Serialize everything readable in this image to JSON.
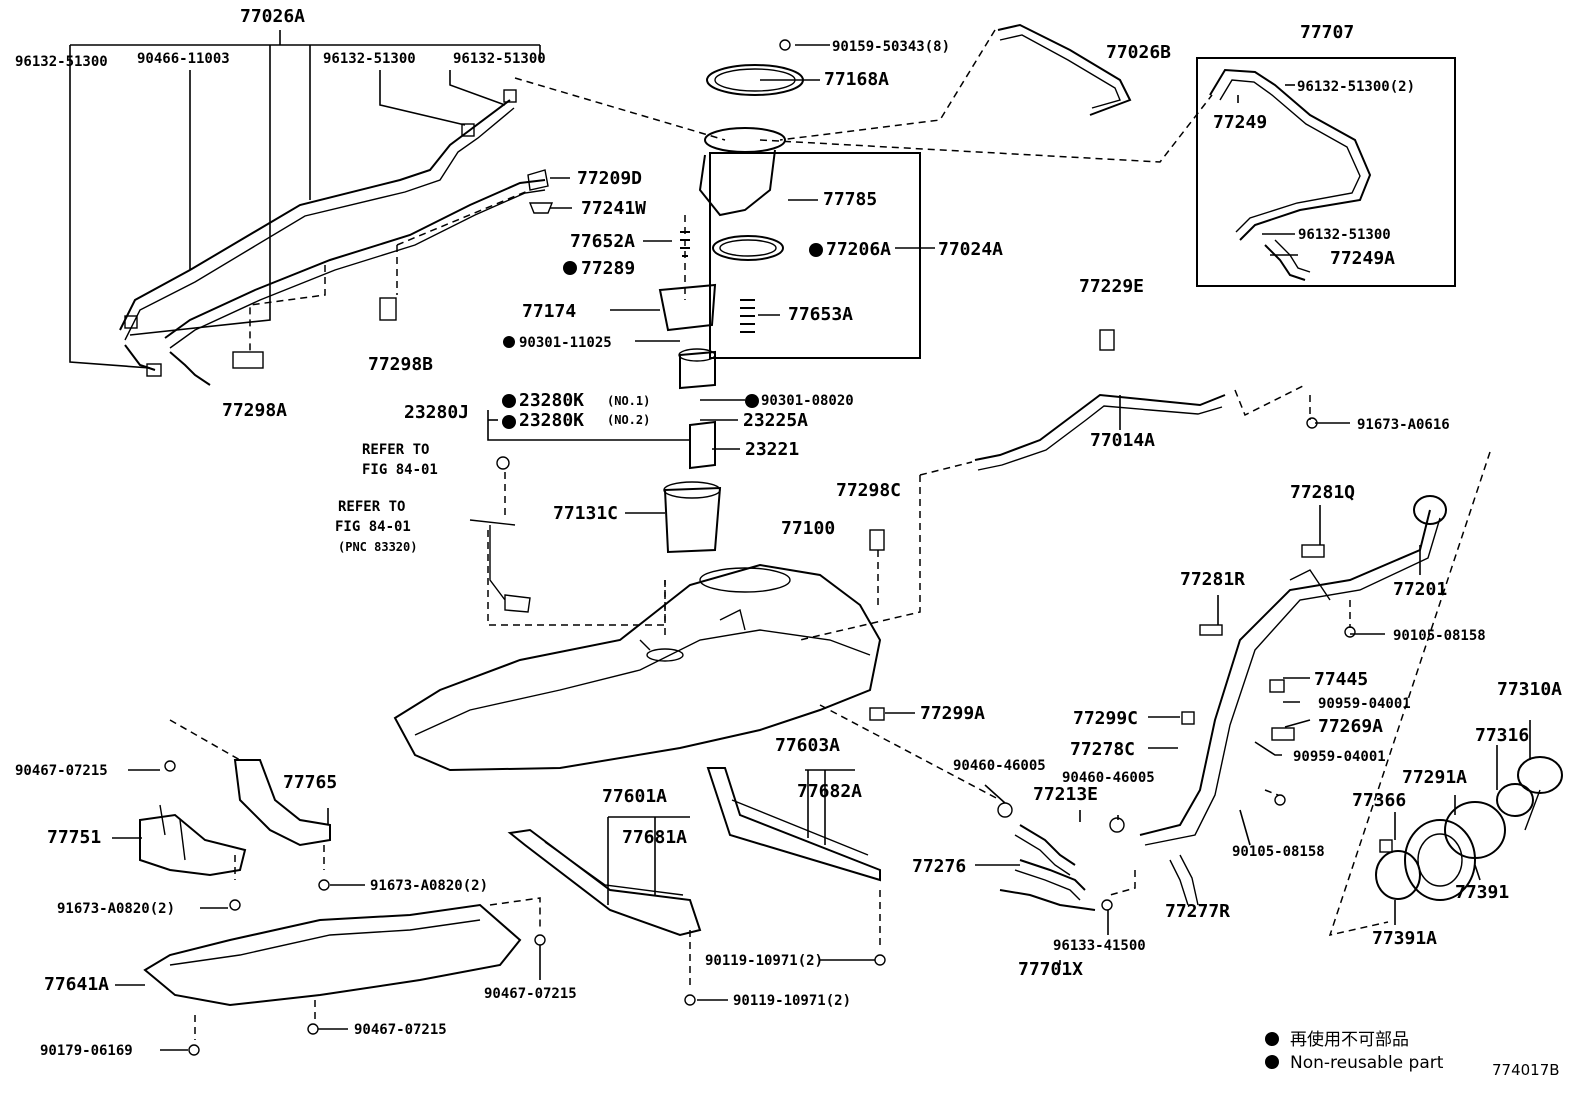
{
  "labels": {
    "l_77026A": "77026A",
    "l_96132_a": "96132-51300",
    "l_90466": "90466-11003",
    "l_96132_b": "96132-51300",
    "l_96132_c": "96132-51300",
    "l_90159": "90159-50343(8)",
    "l_77026B": "77026B",
    "l_77168A": "77168A",
    "l_77707": "77707",
    "l_96132_d": "96132-51300(2)",
    "l_77249": "77249",
    "l_96132_e": "96132-51300",
    "l_77249A": "77249A",
    "l_77209D": "77209D",
    "l_77241W": "77241W",
    "l_77785": "77785",
    "l_77652A": "77652A",
    "l_77289": "77289",
    "l_77206A": "77206A",
    "l_77024A": "77024A",
    "l_77174": "77174",
    "l_77653A": "77653A",
    "l_90301_a": "90301-11025",
    "l_77298B": "77298B",
    "l_77298A": "77298A",
    "l_77229E": "77229E",
    "l_23280K1": "23280K",
    "l_no1": "(NO.1)",
    "l_23280J": "23280J",
    "l_23280K2": "23280K",
    "l_no2": "(NO.2)",
    "l_90301_b": "90301-08020",
    "l_23225A": "23225A",
    "l_23221": "23221",
    "l_refer1a": "REFER TO",
    "l_refer1b": "FIG 84-01",
    "l_refer2a": "REFER TO",
    "l_refer2b": "FIG 84-01",
    "l_pnc": "(PNC 83320)",
    "l_77131C": "77131C",
    "l_77100": "77100",
    "l_77298C": "77298C",
    "l_77014A": "77014A",
    "l_91673_a": "91673-A0616",
    "l_77281Q": "77281Q",
    "l_77281R": "77281R",
    "l_77201": "77201",
    "l_90105_a": "90105-08158",
    "l_77445": "77445",
    "l_90959_a": "90959-04001",
    "l_77310A": "77310A",
    "l_77299C": "77299C",
    "l_77269A": "77269A",
    "l_77316": "77316",
    "l_77278C": "77278C",
    "l_90959_b": "90959-04001",
    "l_77299A": "77299A",
    "l_90460_a": "90460-46005",
    "l_90460_b": "90460-46005",
    "l_77213E": "77213E",
    "l_77291A": "77291A",
    "l_77366": "77366",
    "l_90105_b": "90105-08158",
    "l_77391": "77391",
    "l_77276": "77276",
    "l_77277R": "77277R",
    "l_96133": "96133-41500",
    "l_77701X": "77701X",
    "l_77391A": "77391A",
    "l_77603A": "77603A",
    "l_77682A": "77682A",
    "l_77601A": "77601A",
    "l_77681A": "77681A",
    "l_90467_a": "90467-07215",
    "l_77765": "77765",
    "l_77751": "77751",
    "l_91673_b": "91673-A0820(2)",
    "l_91673_c": "91673-A0820(2)",
    "l_77641A": "77641A",
    "l_90467_b": "90467-07215",
    "l_90467_c": "90467-07215",
    "l_90179": "90179-06169",
    "l_90119_a": "90119-10971(2)",
    "l_90119_b": "90119-10971(2)"
  },
  "legend": {
    "jp": "再使用不可部品",
    "en": "Non-reusable part"
  },
  "figure_id": "774017B",
  "colors": {
    "line": "#000000",
    "background": "#ffffff"
  }
}
